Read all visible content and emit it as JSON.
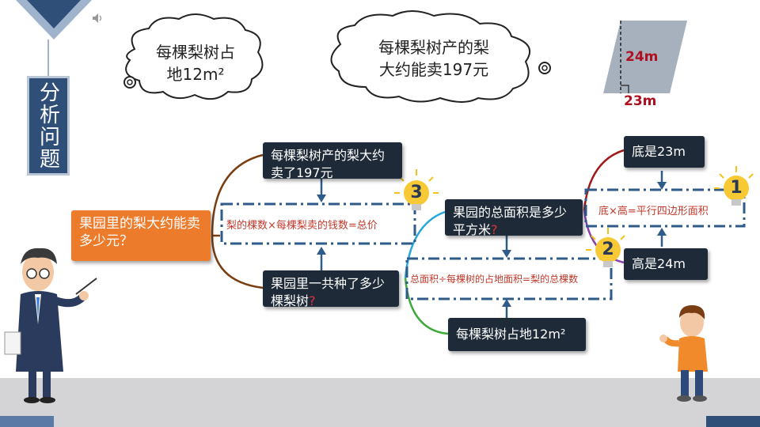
{
  "tab": {
    "label": "分析问题"
  },
  "clouds": [
    {
      "text_line1": "每棵梨树占",
      "text_line2": "地12m²"
    },
    {
      "text_line1": "每棵梨树产的梨",
      "text_line2": "大约能卖197元"
    }
  ],
  "parallelogram": {
    "height_label": "24m",
    "base_label": "23m"
  },
  "nodes": {
    "root": "果园里的梨大约能卖多少元？",
    "sell_each": "每棵梨树产的梨大约卖了197元",
    "tree_count_text": "果园里一共种了多少棵梨树",
    "area_text": "果园的总面积是多少平方米",
    "per_tree_area": "每棵梨树占地12m²",
    "base": "底是23m",
    "height": "高是24m",
    "question_mark": "?"
  },
  "formulas": {
    "price": "梨的棵数×每棵梨卖的钱数=总价",
    "count": "总面积÷每棵树的占地面积=梨的总棵数",
    "area": "底×高=平行四边形面积"
  },
  "bulbs": [
    "1",
    "2",
    "3"
  ]
}
